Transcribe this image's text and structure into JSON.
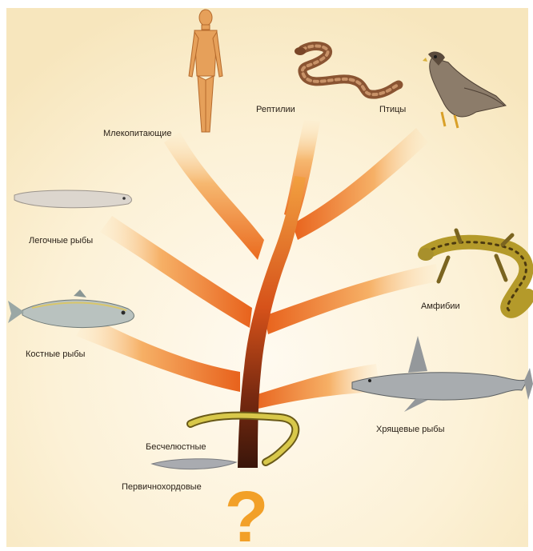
{
  "labels": {
    "mammals": "Млекопитающие",
    "reptiles": "Рептилии",
    "birds": "Птицы",
    "lungfish": "Легочные рыбы",
    "amphibians": "Амфибии",
    "bony_fish": "Костные рыбы",
    "cartilaginous_fish": "Хрящевые рыбы",
    "jawless": "Бесчелюстные",
    "protochordates": "Первичнохордовые"
  },
  "question_mark": "?",
  "colors": {
    "background": "#fbf3dc",
    "trunk_dark": "#4a1d0e",
    "branch_orange": "#f0761e",
    "branch_light": "#fbd49a",
    "question_mark": "#f2a028"
  },
  "icons": [
    "human-icon",
    "snake-icon",
    "falcon-icon",
    "lungfish-icon",
    "salamander-icon",
    "herring-icon",
    "shark-icon",
    "lamprey-icon",
    "lancelet-icon"
  ]
}
